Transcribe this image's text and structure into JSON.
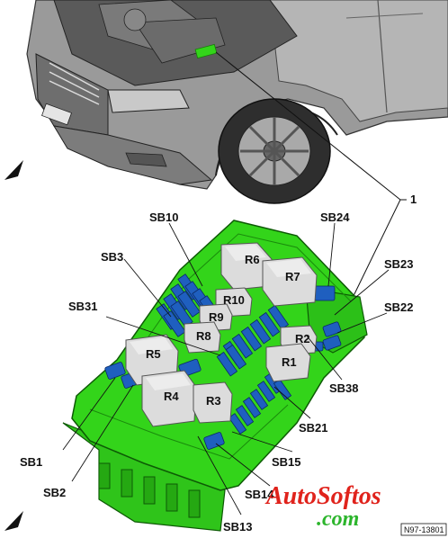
{
  "callout": "1",
  "figure_code": "N97-13801",
  "watermark": {
    "line1": "AutoSoftos",
    "line2": ".com"
  },
  "colors": {
    "box": "#33d41a",
    "box_dark": "#20a010",
    "fuse_blue": "#1f5fbf",
    "relay": "#dcdcdc",
    "car_body": "#8a8a8a",
    "watermark_red": "#e0231c",
    "watermark_green": "#2cb52c"
  },
  "relays": [
    "R6",
    "R7",
    "R10",
    "R9",
    "R8",
    "R5",
    "R2",
    "R1",
    "R4",
    "R3"
  ],
  "fuse_labels": {
    "sb10": "SB10",
    "sb24": "SB24",
    "sb3": "SB3",
    "sb23": "SB23",
    "sb31": "SB31",
    "sb22": "SB22",
    "sb38": "SB38",
    "sb21": "SB21",
    "sb15": "SB15",
    "sb1": "SB1",
    "sb2": "SB2",
    "sb14": "SB14",
    "sb13": "SB13"
  }
}
